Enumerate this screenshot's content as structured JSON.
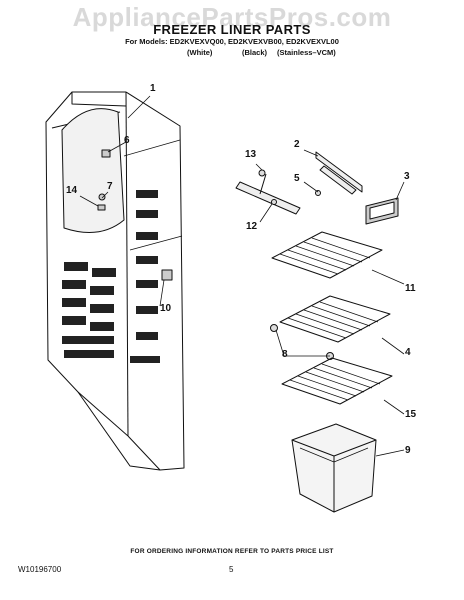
{
  "watermark": "AppliancePartsPros.com",
  "header": {
    "title": "FREEZER LINER PARTS",
    "models": "For Models: ED2KVEXVQ00, ED2KVEXVB00, ED2KVEXVL00",
    "variants": [
      "(White)",
      "(Black)",
      "(Stainless–VCM)"
    ]
  },
  "callouts": [
    "1",
    "6",
    "7",
    "14",
    "10",
    "13",
    "2",
    "5",
    "3",
    "12",
    "11",
    "8",
    "4",
    "15",
    "9"
  ],
  "footer": {
    "note": "FOR ORDERING INFORMATION REFER TO PARTS PRICE LIST",
    "doc_id": "W10196700",
    "page": "5"
  }
}
